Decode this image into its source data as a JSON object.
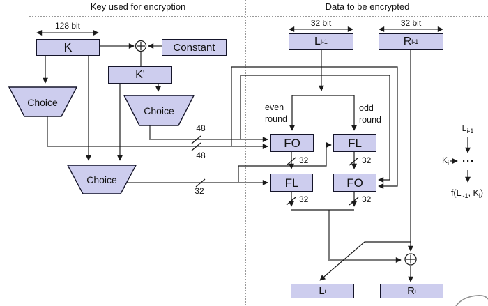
{
  "titles": {
    "left": "Key used for encryption",
    "right": "Data to be encrypted"
  },
  "colors": {
    "box_fill": "#cdcdee",
    "gray_panel": "#e7e7e7",
    "bus_line": "#7d7d7d"
  },
  "key_section": {
    "width_label": "128 bit",
    "k_label": "K",
    "constant_label": "Constant",
    "k_prime_label": "K'",
    "choice1_label": "Choice",
    "choice2_label": "Choice",
    "choice3_label": "Choice",
    "bus48_top": "48",
    "bus48_bottom": "48",
    "bus32": "32"
  },
  "data_section": {
    "l_width_label": "32 bit",
    "r_width_label": "32 bit",
    "l_in": {
      "base": "L",
      "sub": "i-1"
    },
    "r_in": {
      "base": "R",
      "sub": "i-1"
    },
    "even_round": {
      "line1": "even",
      "line2": "round"
    },
    "odd_round": {
      "line1": "odd",
      "line2": "round"
    },
    "fo_row1": "FO",
    "fl_row1": "FL",
    "fl_row2": "FL",
    "fo_row2": "FO",
    "w32_fo1": "32",
    "w32_fl1": "32",
    "w32_fl2": "32",
    "w32_fo2": "32",
    "l_out": {
      "base": "L",
      "sub": "i"
    },
    "r_out": {
      "base": "R",
      "sub": "i"
    }
  },
  "legend": {
    "input": {
      "base": "L",
      "sub": "i-1"
    },
    "key": {
      "base": "K",
      "sub": "i"
    },
    "dots": "···",
    "output": {
      "p1": "f(L",
      "s1": "i-1",
      "p2": ", K",
      "s2": "i",
      "p3": ")"
    }
  }
}
